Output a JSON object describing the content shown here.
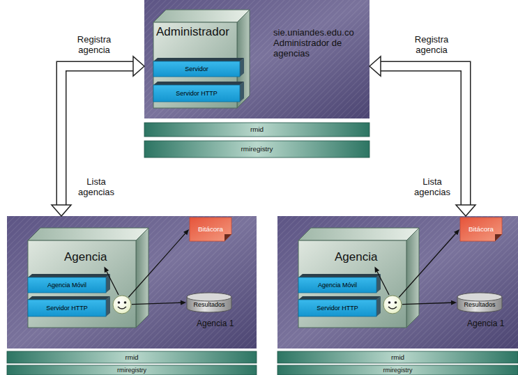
{
  "diagram": {
    "nodes": [
      {
        "text": [
          "sie.uniandes.edu.co Administrador de agencias"
        ]
      },
      {
        "text": [
          "Administrador"
        ],
        "in": 0
      },
      {
        "text": [
          "Servidor"
        ],
        "in": 1
      },
      {
        "text": [
          "Servidor HTTP"
        ],
        "in": 1
      },
      {
        "text": [
          "rmid"
        ]
      },
      {
        "text": [
          "rmiregistry"
        ]
      },
      {
        "text": [
          "Agencia 1"
        ]
      },
      {
        "text": [
          "Agencia"
        ],
        "in": 6
      },
      {
        "text": [
          "Agencia Móvil"
        ],
        "in": 7
      },
      {
        "text": [
          "Servidor HTTP"
        ],
        "in": 7
      },
      {
        "text": [
          "Bitácora"
        ],
        "in": 6
      },
      {
        "text": [
          "Resultados"
        ],
        "in": 6
      },
      {
        "text": [
          "rmid"
        ]
      },
      {
        "text": [
          "rmiregistry"
        ]
      },
      {
        "text": [
          "Agencia 1"
        ]
      },
      {
        "text": [
          "Agencia"
        ],
        "in": 14
      },
      {
        "text": [
          "Agencia Móvil"
        ],
        "in": 15
      },
      {
        "text": [
          "Servidor HTTP"
        ],
        "in": 15
      },
      {
        "text": [
          "Bitácora"
        ],
        "in": 14
      },
      {
        "text": [
          "Resultados"
        ],
        "in": 14
      },
      {
        "text": [
          "rmid"
        ]
      },
      {
        "text": [
          "rmiregistry"
        ]
      }
    ],
    "edges": [
      {
        "from": 0,
        "to": 6,
        "arrow": "both",
        "label": "Registra agencia"
      },
      {
        "from": 0,
        "to": 14,
        "arrow": "both",
        "label": "Registra agencia"
      },
      {
        "from": 7,
        "to": 10,
        "arrow": "to"
      },
      {
        "from": 7,
        "to": 11,
        "arrow": "to"
      },
      {
        "from": 15,
        "to": 18,
        "arrow": "to"
      },
      {
        "from": 15,
        "to": 19,
        "arrow": "to"
      }
    ],
    "labels": [
      "Lista agencias",
      "Lista agencias"
    ]
  }
}
